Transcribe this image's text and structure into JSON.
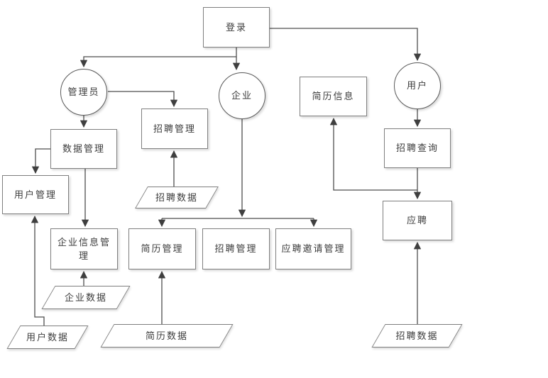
{
  "diagram": {
    "nodes": {
      "login": "登录",
      "admin": "管理员",
      "enterprise": "企业",
      "user": "用户",
      "data_mgmt": "数据管理",
      "recruit_mgmt_admin": "招聘管理",
      "recruit_data_admin": "招聘数据",
      "user_mgmt": "用户管理",
      "enterprise_info_mgmt": "企业信息管理",
      "enterprise_data": "企业数据",
      "user_data": "用户数据",
      "resume_mgmt": "简历管理",
      "recruit_mgmt_enterprise": "招聘管理",
      "invite_mgmt": "应聘邀请管理",
      "resume_data": "简历数据",
      "resume_info": "简历信息",
      "recruit_query": "招聘查询",
      "apply": "应聘",
      "recruit_data_user": "招聘数据"
    },
    "colors": {
      "background": "#ffffff",
      "shape_fill": "#ffffff",
      "shape_border": "#7f7f7f",
      "connector": "#4d4d4d",
      "text": "#3d3d3d"
    }
  }
}
